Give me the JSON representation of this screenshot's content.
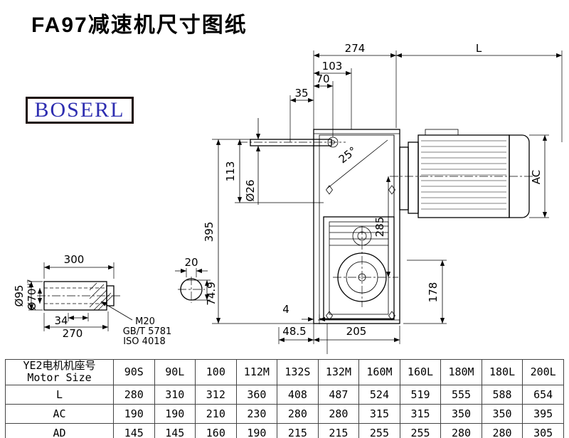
{
  "page": {
    "title": "FA97减速机尺寸图纸"
  },
  "logo": {
    "text": "BOSERL",
    "text_color": "#2d2db0",
    "border_color": "#1d0b08"
  },
  "drawing": {
    "dims": {
      "d274": "274",
      "dL": "L",
      "d103": "103",
      "d70": "70",
      "d35": "35",
      "angle25": "25°",
      "d395": "395",
      "d113": "113",
      "dia26": "Ø26",
      "d285": "285",
      "dAC": "AC",
      "d178": "178",
      "d4": "4",
      "d48_5": "48.5",
      "d205": "205"
    },
    "shaft_detail": {
      "d300": "300",
      "dia95": "Ø95",
      "dia70": "Ø70",
      "tol": "H7",
      "d34": "34",
      "d270": "270",
      "thread": "M20",
      "std1": "GB/T 5781",
      "std2": "ISO 4018"
    },
    "key_detail": {
      "d20": "20",
      "d74_9": "74.9"
    }
  },
  "table": {
    "header": {
      "line1": "YE2电机机座号",
      "line2": "Motor Size"
    },
    "sizes": [
      "90S",
      "90L",
      "100",
      "112M",
      "132S",
      "132M",
      "160M",
      "160L",
      "180M",
      "180L",
      "200L"
    ],
    "rows": [
      {
        "label": "L",
        "values": [
          "280",
          "310",
          "312",
          "360",
          "408",
          "487",
          "524",
          "519",
          "555",
          "588",
          "654"
        ]
      },
      {
        "label": "AC",
        "values": [
          "190",
          "190",
          "210",
          "230",
          "280",
          "280",
          "315",
          "315",
          "350",
          "350",
          "395"
        ]
      },
      {
        "label": "AD",
        "values": [
          "145",
          "145",
          "160",
          "190",
          "215",
          "215",
          "255",
          "255",
          "280",
          "280",
          "305"
        ]
      }
    ]
  }
}
